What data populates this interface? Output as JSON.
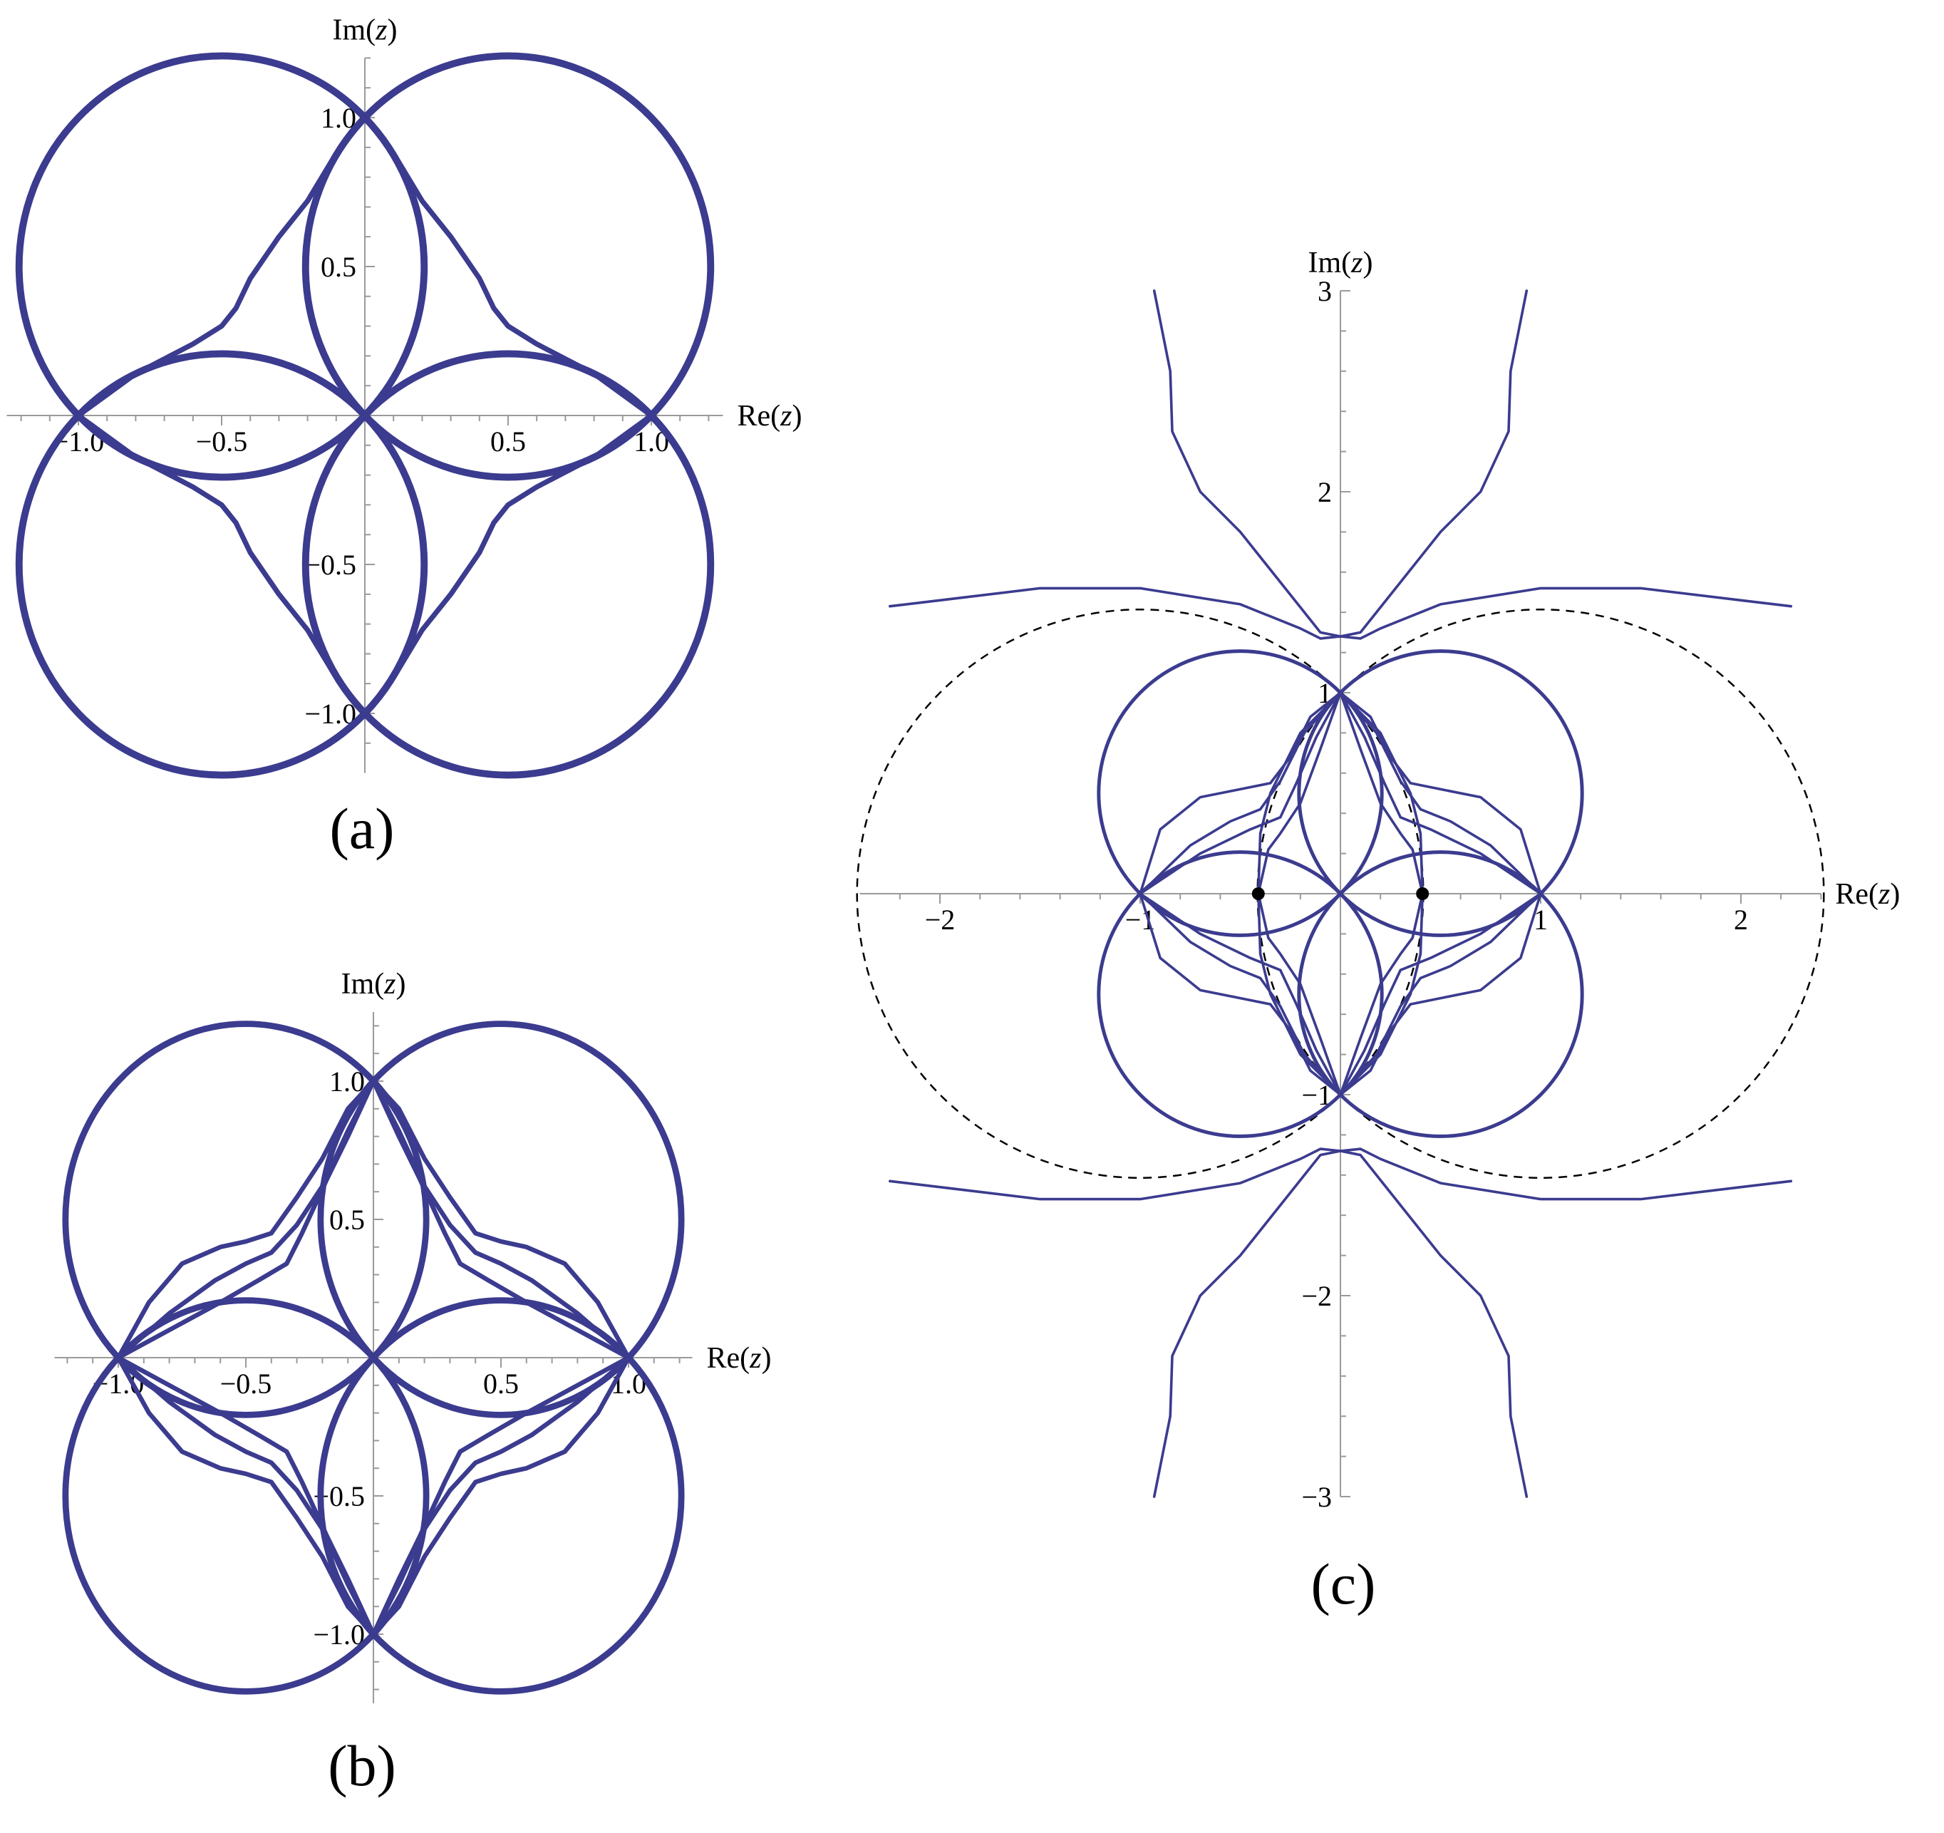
{
  "chart_data": [
    {
      "id": "a",
      "type": "line",
      "panel_label": "(a)",
      "xlabel_pre": "Re(",
      "xlabel_var": "z",
      "xlabel_post": ")",
      "ylabel_pre": "Im(",
      "ylabel_var": "z",
      "ylabel_post": ")",
      "xlim": [
        -1.25,
        1.25
      ],
      "ylim": [
        -1.2,
        1.2
      ],
      "xticks": [
        -1.0,
        -0.5,
        0.5,
        1.0
      ],
      "xticklabels": [
        "−1.0",
        "−0.5",
        "0.5",
        "1.0"
      ],
      "yticks": [
        1.0,
        0.5,
        -0.5,
        -1.0
      ],
      "yticklabels": [
        "1.0",
        "0.5",
        "−0.5",
        "−1.0"
      ],
      "grid": false,
      "series": [
        {
          "kind": "circle",
          "center": [
            -0.5,
            0.5
          ],
          "radius": 0.7071
        },
        {
          "kind": "circle",
          "center": [
            0.5,
            0.5
          ],
          "radius": 0.7071
        },
        {
          "kind": "circle",
          "center": [
            -0.5,
            -0.5
          ],
          "radius": 0.7071
        },
        {
          "kind": "circle",
          "center": [
            0.5,
            -0.5
          ],
          "radius": 0.7071
        },
        {
          "kind": "path",
          "symmetry": "quad",
          "points": [
            [
              0,
              1.0
            ],
            [
              0.1,
              0.88
            ],
            [
              0.2,
              0.72
            ],
            [
              0.3,
              0.6
            ],
            [
              0.4,
              0.46
            ],
            [
              0.45,
              0.36
            ],
            [
              0.5,
              0.3
            ],
            [
              0.6,
              0.24
            ],
            [
              0.8,
              0.14
            ],
            [
              1.0,
              0.0
            ]
          ]
        }
      ]
    },
    {
      "id": "b",
      "type": "line",
      "panel_label": "(b)",
      "xlabel_pre": "Re(",
      "xlabel_var": "z",
      "xlabel_post": ")",
      "ylabel_pre": "Im(",
      "ylabel_var": "z",
      "ylabel_post": ")",
      "xlim": [
        -1.25,
        1.25
      ],
      "ylim": [
        -1.25,
        1.25
      ],
      "xticks": [
        -1.0,
        -0.5,
        0.5,
        1.0
      ],
      "xticklabels": [
        "−1.0",
        "−0.5",
        "0.5",
        "1.0"
      ],
      "yticks": [
        1.0,
        0.5,
        -0.5,
        -1.0
      ],
      "yticklabels": [
        "1.0",
        "0.5",
        "−0.5",
        "−1.0"
      ],
      "grid": false,
      "series": [
        {
          "kind": "circle",
          "center": [
            -0.5,
            0.5
          ],
          "radius": 0.7071
        },
        {
          "kind": "circle",
          "center": [
            0.5,
            0.5
          ],
          "radius": 0.7071
        },
        {
          "kind": "circle",
          "center": [
            -0.5,
            -0.5
          ],
          "radius": 0.7071
        },
        {
          "kind": "circle",
          "center": [
            0.5,
            -0.5
          ],
          "radius": 0.7071
        },
        {
          "kind": "path",
          "symmetry": "quad",
          "points": [
            [
              0,
              1.0
            ],
            [
              0.1,
              0.9
            ],
            [
              0.2,
              0.72
            ],
            [
              0.3,
              0.58
            ],
            [
              0.4,
              0.45
            ],
            [
              0.5,
              0.42
            ],
            [
              0.6,
              0.4
            ],
            [
              0.75,
              0.34
            ],
            [
              0.88,
              0.2
            ],
            [
              1.0,
              0.0
            ]
          ]
        },
        {
          "kind": "path",
          "symmetry": "quad",
          "points": [
            [
              0,
              1.0
            ],
            [
              0.1,
              0.8
            ],
            [
              0.18,
              0.65
            ],
            [
              0.28,
              0.45
            ],
            [
              0.34,
              0.34
            ],
            [
              0.45,
              0.28
            ],
            [
              0.6,
              0.2
            ],
            [
              0.8,
              0.1
            ],
            [
              1.0,
              0.0
            ]
          ]
        },
        {
          "kind": "path",
          "symmetry": "quad",
          "points": [
            [
              0,
              1.0
            ],
            [
              0.1,
              0.82
            ],
            [
              0.2,
              0.62
            ],
            [
              0.3,
              0.48
            ],
            [
              0.4,
              0.38
            ],
            [
              0.5,
              0.34
            ],
            [
              0.62,
              0.28
            ],
            [
              0.8,
              0.16
            ],
            [
              1.0,
              0.0
            ]
          ]
        }
      ]
    },
    {
      "id": "c",
      "type": "line",
      "panel_label": "(c)",
      "xlabel_pre": "Re(",
      "xlabel_var": "z",
      "xlabel_post": ")",
      "ylabel_pre": "Im(",
      "ylabel_var": "z",
      "ylabel_post": ")",
      "xlim": [
        -2.4,
        2.4
      ],
      "ylim": [
        -3.0,
        3.0
      ],
      "xticks": [
        -2,
        -1,
        1,
        2
      ],
      "xticklabels": [
        "−2",
        "−1",
        "1",
        "2"
      ],
      "yticks": [
        3,
        2,
        1,
        -1,
        -2,
        -3
      ],
      "yticklabels": [
        "3",
        "2",
        "1",
        "−1",
        "−2",
        "−3"
      ],
      "grid": false,
      "dashed_circles": [
        {
          "center": [
            -1.0,
            0.0
          ],
          "radius": 1.414
        },
        {
          "center": [
            1.0,
            0.0
          ],
          "radius": 1.414
        }
      ],
      "points": [
        [
          -0.41,
          0.0
        ],
        [
          0.41,
          0.0
        ]
      ],
      "series": [
        {
          "kind": "circle",
          "center": [
            -0.5,
            0.5
          ],
          "radius": 0.7071
        },
        {
          "kind": "circle",
          "center": [
            0.5,
            0.5
          ],
          "radius": 0.7071
        },
        {
          "kind": "circle",
          "center": [
            -0.5,
            -0.5
          ],
          "radius": 0.7071
        },
        {
          "kind": "circle",
          "center": [
            0.5,
            -0.5
          ],
          "radius": 0.7071
        },
        {
          "kind": "path",
          "symmetry": "quad",
          "points": [
            [
              0,
              1.0
            ],
            [
              0.15,
              0.88
            ],
            [
              0.25,
              0.68
            ],
            [
              0.35,
              0.55
            ],
            [
              0.5,
              0.52
            ],
            [
              0.7,
              0.48
            ],
            [
              0.9,
              0.32
            ],
            [
              1.0,
              0.0
            ]
          ]
        },
        {
          "kind": "path",
          "symmetry": "quad",
          "points": [
            [
              0,
              1.0
            ],
            [
              0.12,
              0.78
            ],
            [
              0.22,
              0.55
            ],
            [
              0.3,
              0.38
            ],
            [
              0.45,
              0.32
            ],
            [
              0.7,
              0.2
            ],
            [
              1.0,
              0.0
            ]
          ]
        },
        {
          "kind": "path",
          "symmetry": "quad",
          "points": [
            [
              0,
              1.0
            ],
            [
              0.18,
              0.8
            ],
            [
              0.3,
              0.56
            ],
            [
              0.4,
              0.42
            ],
            [
              0.55,
              0.36
            ],
            [
              0.75,
              0.24
            ],
            [
              1.0,
              0.0
            ]
          ]
        },
        {
          "kind": "path",
          "symmetry": "quad",
          "points": [
            [
              0,
              1.0
            ],
            [
              0.2,
              0.8
            ],
            [
              0.35,
              0.5
            ],
            [
              0.4,
              0.3
            ],
            [
              0.41,
              0.0
            ]
          ]
        },
        {
          "kind": "path",
          "symmetry": "quad",
          "points": [
            [
              0,
              1.0
            ],
            [
              0.1,
              0.72
            ],
            [
              0.2,
              0.45
            ],
            [
              0.3,
              0.3
            ],
            [
              0.36,
              0.22
            ],
            [
              0.41,
              0.0
            ]
          ]
        },
        {
          "kind": "path",
          "symmetry": "mirror",
          "points": [
            [
              0,
              1.28
            ],
            [
              0.1,
              1.27
            ],
            [
              0.2,
              1.32
            ],
            [
              0.5,
              1.44
            ],
            [
              1.0,
              1.52
            ],
            [
              1.5,
              1.52
            ],
            [
              2.0,
              1.46
            ],
            [
              2.25,
              1.43
            ]
          ]
        },
        {
          "kind": "path",
          "symmetry": "mirror",
          "points": [
            [
              0,
              1.28
            ],
            [
              0.1,
              1.3
            ],
            [
              0.3,
              1.55
            ],
            [
              0.5,
              1.8
            ],
            [
              0.7,
              2.0
            ],
            [
              0.84,
              2.3
            ],
            [
              0.85,
              2.6
            ],
            [
              0.93,
              3.0
            ]
          ]
        }
      ]
    }
  ],
  "colors": {
    "curve": "#3b3b8f",
    "axis": "#9a9a9a",
    "dashed": "#000000"
  }
}
